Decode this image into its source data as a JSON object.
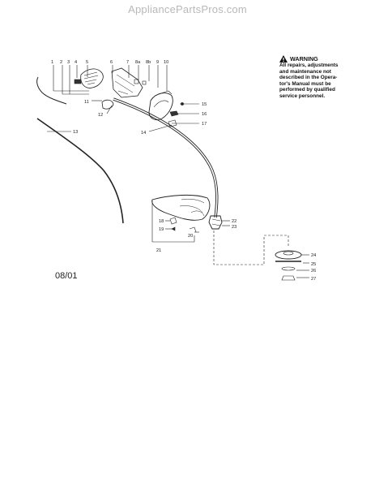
{
  "watermark": "AppliancePartsPros.com",
  "warning": {
    "title": "WARNING",
    "lines": [
      "All repairs, adjustments",
      "and maintenance not",
      "described in the Opera-",
      "tor's Manual must be",
      "performed by qualified",
      "service personnel."
    ],
    "icon": "warning-triangle-icon"
  },
  "date_code": "08/01",
  "parts": [
    "1",
    "2",
    "3",
    "4",
    "5",
    "6",
    "7",
    "8a",
    "8b",
    "9",
    "10",
    "11",
    "12",
    "13",
    "14",
    "15",
    "16",
    "17",
    "18",
    "19",
    "20",
    "21",
    "22",
    "23",
    "24",
    "25",
    "26",
    "27"
  ]
}
